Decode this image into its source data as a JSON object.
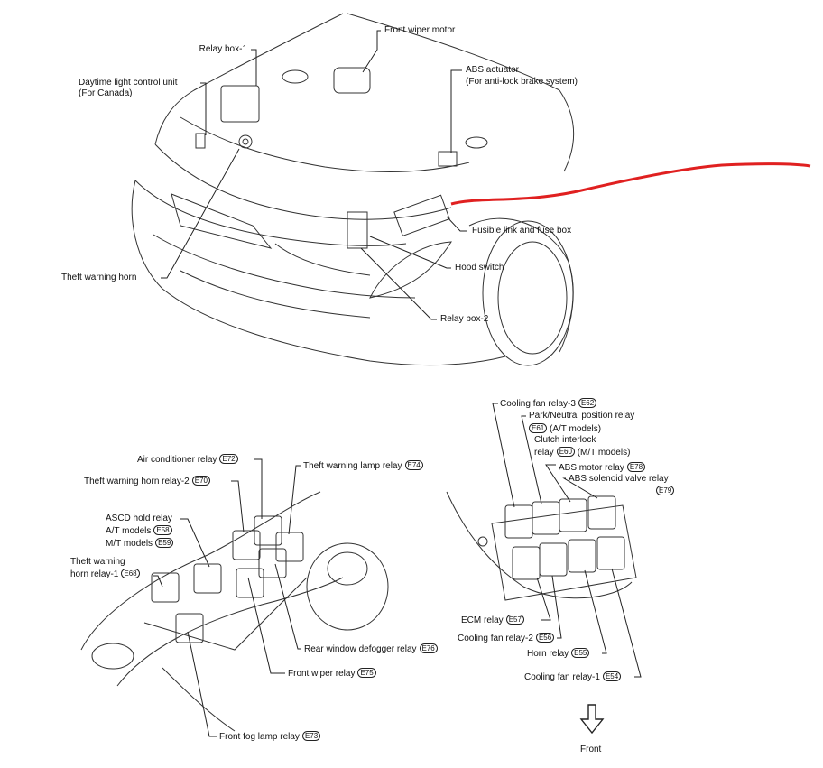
{
  "top_labels": {
    "relay_box_1": "Relay box-1",
    "front_wiper_motor": "Front wiper motor",
    "daytime_light_1": "Daytime light control unit",
    "daytime_light_2": "(For Canada)",
    "abs_actuator_1": "ABS actuator",
    "abs_actuator_2": "(For anti-lock brake system)",
    "fusible_link": "Fusible link and fuse box",
    "hood_switch": "Hood switch",
    "theft_warning_horn": "Theft warning horn",
    "relay_box_2": "Relay box-2"
  },
  "left_labels": {
    "air_conditioner_relay": {
      "text": "Air conditioner relay",
      "code": "E72"
    },
    "theft_warning_lamp_relay": {
      "text": "Theft warning lamp relay",
      "code": "E74"
    },
    "theft_horn_relay_2": {
      "text": "Theft warning horn relay-2",
      "code": "E70"
    },
    "ascd_hold_relay": "ASCD hold relay",
    "at_models": {
      "text": "A/T models",
      "code": "E58"
    },
    "mt_models": {
      "text": "M/T models",
      "code": "E59"
    },
    "theft_horn_relay_1_line1": "Theft warning",
    "theft_horn_relay_1_line2": {
      "text": "horn relay-1",
      "code": "E68"
    },
    "rear_defogger_relay": {
      "text": "Rear window defogger relay",
      "code": "E76"
    },
    "front_wiper_relay": {
      "text": "Front wiper relay",
      "code": "E75"
    },
    "front_fog_lamp_relay": {
      "text": "Front fog lamp relay",
      "code": "E73"
    }
  },
  "right_labels": {
    "cooling_fan_relay_3": {
      "text": "Cooling fan relay-3",
      "code": "E62"
    },
    "park_neutral_relay": "Park/Neutral position relay",
    "park_neutral_at": {
      "code": "E61",
      "text": "(A/T models)"
    },
    "clutch_interlock": "Clutch interlock",
    "clutch_relay_mt": {
      "text": "relay",
      "code": "E60",
      "suffix": "(M/T models)"
    },
    "abs_motor_relay": {
      "text": "ABS motor relay",
      "code": "E78"
    },
    "abs_solenoid_relay": "ABS solenoid valve relay",
    "abs_solenoid_code": "E79",
    "ecm_relay": {
      "text": "ECM relay",
      "code": "E57"
    },
    "cooling_fan_relay_2": {
      "text": "Cooling fan relay-2",
      "code": "E56"
    },
    "horn_relay": {
      "text": "Horn relay",
      "code": "E55"
    },
    "cooling_fan_relay_1": {
      "text": "Cooling fan relay-1",
      "code": "E54"
    },
    "front": "Front"
  },
  "colors": {
    "annotation_red": "#e02020",
    "line": "#222222"
  }
}
